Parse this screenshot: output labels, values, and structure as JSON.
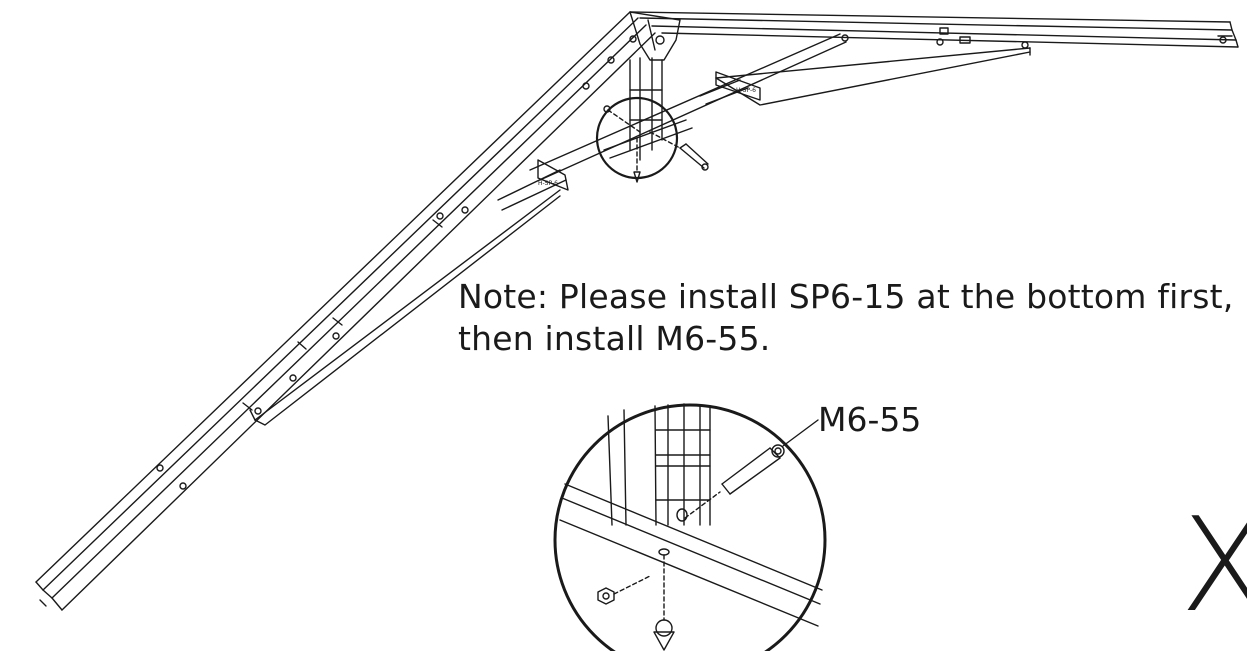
{
  "note": {
    "line1": "Note: Please install SP6-15 at the bottom first,",
    "line2": "then install M6-55."
  },
  "callout_label": "M6-55",
  "mark": "X",
  "colors": {
    "ink": "#1a1a1a",
    "background": "#ffffff"
  }
}
